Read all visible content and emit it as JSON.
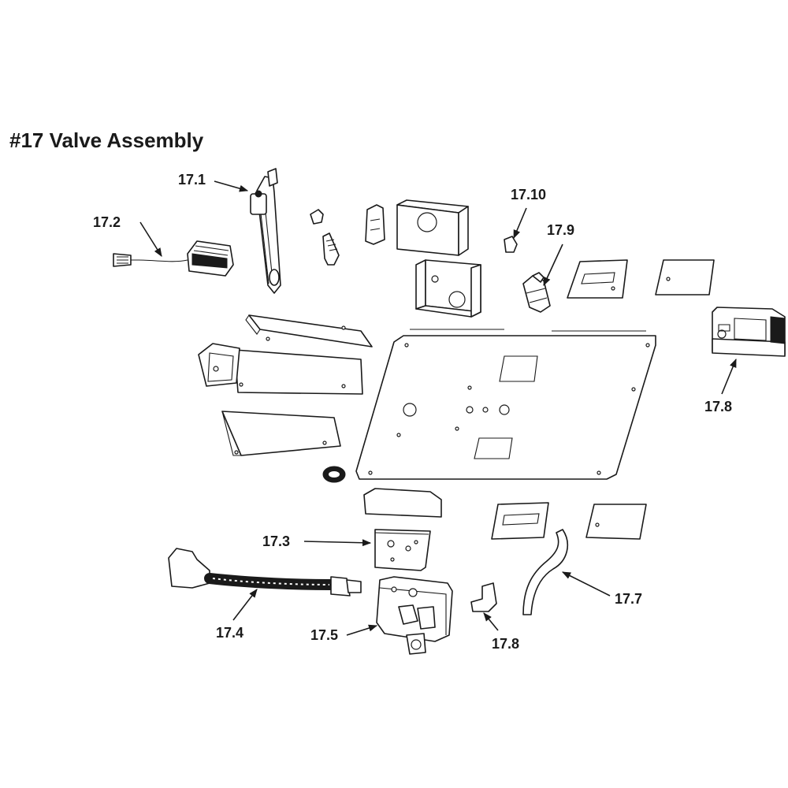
{
  "title": "#17 Valve Assembly",
  "callouts": [
    {
      "id": "17.1",
      "label": "17.1"
    },
    {
      "id": "17.2",
      "label": "17.2"
    },
    {
      "id": "17.3",
      "label": "17.3"
    },
    {
      "id": "17.4",
      "label": "17.4"
    },
    {
      "id": "17.5",
      "label": "17.5"
    },
    {
      "id": "17.7",
      "label": "17.7"
    },
    {
      "id": "17.8a",
      "label": "17.8"
    },
    {
      "id": "17.8b",
      "label": "17.8"
    },
    {
      "id": "17.9",
      "label": "17.9"
    },
    {
      "id": "17.10",
      "label": "17.10"
    }
  ]
}
